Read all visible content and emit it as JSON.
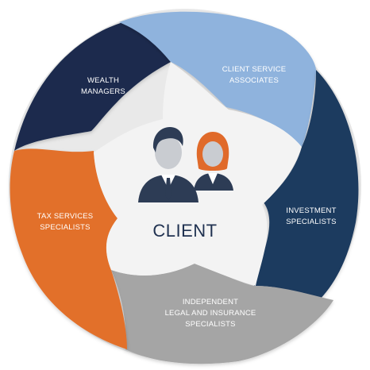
{
  "diagram": {
    "center": {
      "label": "CLIENT",
      "icon": "client-couple-icon"
    },
    "segments": [
      {
        "id": "client-service",
        "lines": [
          "CLIENT SERVICE",
          "ASSOCIATES"
        ],
        "color": "#8fb3dd"
      },
      {
        "id": "investment",
        "lines": [
          "INVESTMENT",
          "SPECIALISTS"
        ],
        "color": "#1e3a5f"
      },
      {
        "id": "legal-insurance",
        "lines": [
          "INDEPENDENT",
          "LEGAL AND INSURANCE",
          "SPECIALISTS"
        ],
        "color": "#a5a5a5"
      },
      {
        "id": "tax",
        "lines": [
          "TAX SERVICES",
          "SPECIALISTS"
        ],
        "color": "#e2702c"
      },
      {
        "id": "wealth",
        "lines": [
          "WEALTH",
          "MANAGERS"
        ],
        "color": "#1a2c4d"
      }
    ],
    "colors": {
      "star_fill": "#f3f3f3",
      "person_dark": "#2d3c55",
      "person_hair_female": "#e06a2a",
      "skin": "#c9ccd1"
    }
  }
}
